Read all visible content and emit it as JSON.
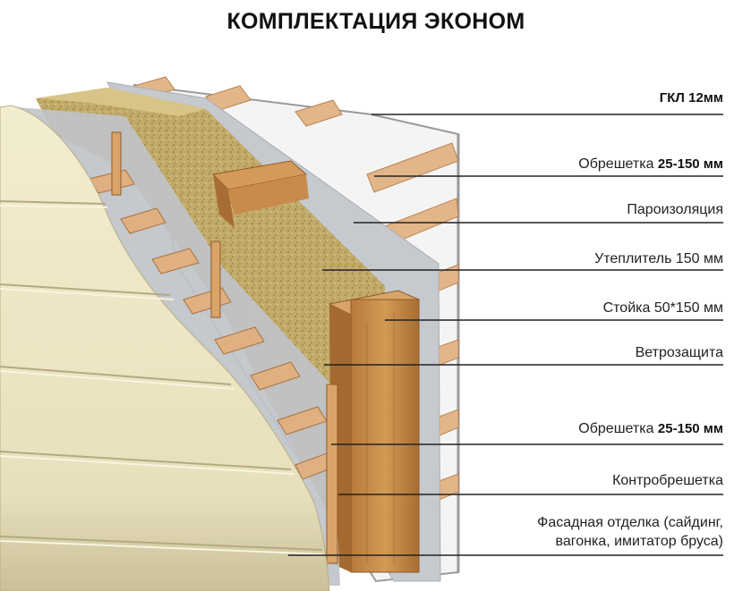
{
  "title": "КОМПЛЕКТАЦИЯ ЭКОНОМ",
  "layers": {
    "gkl": {
      "name": "ГКЛ 12мм"
    },
    "lath_inner": {
      "name": "Обрешетка",
      "size": "25-150 мм"
    },
    "vapor": {
      "name": "Пароизоляция"
    },
    "insulation": {
      "name": "Утеплитель 150 мм"
    },
    "stud": {
      "name": "Стойка 50*150 мм"
    },
    "wind": {
      "name": "Ветрозащита"
    },
    "lath_outer": {
      "name": "Обрешетка",
      "size": "25-150 мм"
    },
    "counter_lath": {
      "name": "Контробрешетка"
    },
    "facade": {
      "line1": "Фасадная отделка (сайдинг,",
      "line2": "вагонка, имитатор бруса)"
    }
  },
  "colors": {
    "siding": "#efe8c6",
    "membrane": "#c9ccd0",
    "wool": "#bfa764",
    "wood": "#c98a4a",
    "lath": "#e2b487",
    "leader": "#222222"
  }
}
